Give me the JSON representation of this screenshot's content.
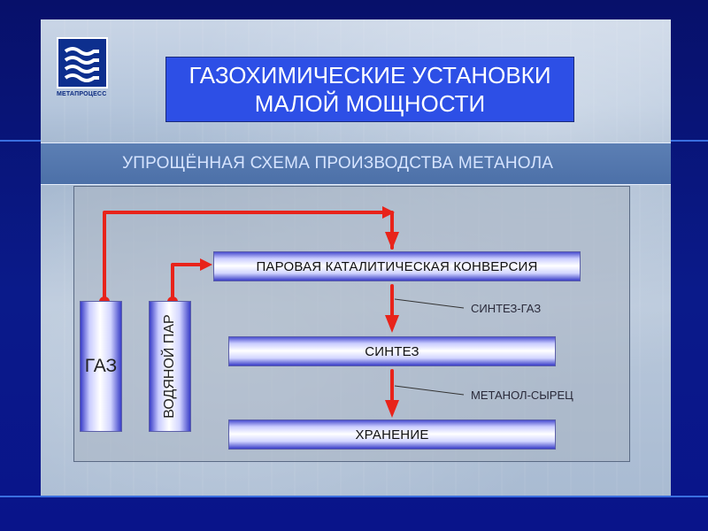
{
  "logo": {
    "caption": "МЕТАПРОЦЕСС",
    "icon": "waves-logo-icon"
  },
  "title": {
    "line1": "ГАЗОХИМИЧЕСКИЕ УСТАНОВКИ",
    "line2": "МАЛОЙ МОЩНОСТИ"
  },
  "subtitle": "УПРОЩЁННАЯ СХЕМА ПРОИЗВОДСТВА МЕТАНОЛА",
  "diagram": {
    "inputs": [
      {
        "label": "ГАЗ"
      },
      {
        "label": "ВОДЯНОЙ ПАР"
      }
    ],
    "steps": [
      {
        "label": "ПАРОВАЯ КАТАЛИТИЧЕСКАЯ КОНВЕРСИЯ"
      },
      {
        "label": "СИНТЕЗ"
      },
      {
        "label": "ХРАНЕНИЕ"
      }
    ],
    "streams": [
      {
        "label": "СИНТЕЗ-ГАЗ"
      },
      {
        "label": "МЕТАНОЛ-СЫРЕЦ"
      }
    ],
    "colors": {
      "arrow": "#e8231a",
      "box_edge": "#3a3ec8",
      "title_bg": "#2d4fe6"
    }
  }
}
